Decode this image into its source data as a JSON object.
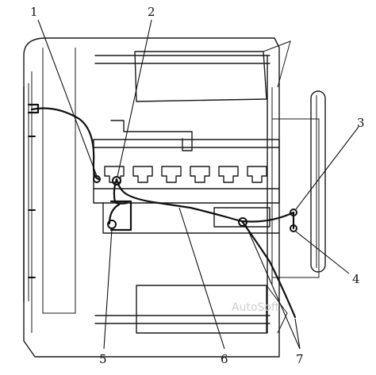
{
  "callouts": {
    "c1": "1",
    "c2": "2",
    "c3": "3",
    "c4": "4",
    "c5": "5",
    "c6": "6",
    "c7": "7"
  },
  "watermark": "AutoSoft",
  "colors": {
    "ink": "#111111",
    "watermark": "#cfcfcf"
  }
}
